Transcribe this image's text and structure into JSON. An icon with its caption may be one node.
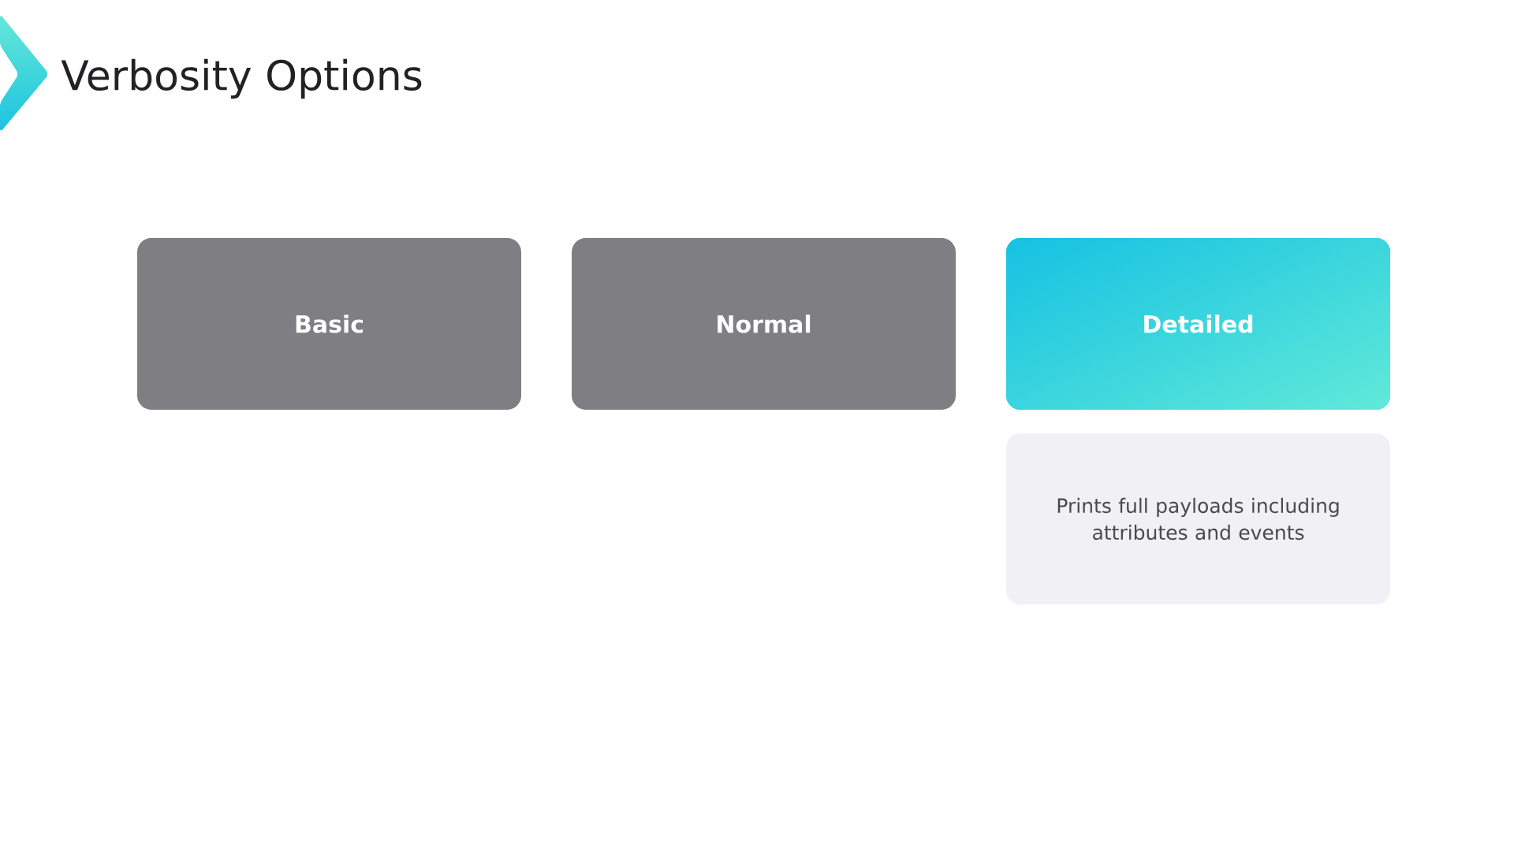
{
  "diagram": {
    "title": "Verbosity Options",
    "nodes": [
      {
        "text": [
          "Basic"
        ]
      },
      {
        "text": [
          "Normal"
        ]
      },
      {
        "text": [
          "Detailed"
        ]
      },
      {
        "text": [
          "Prints full payloads including attributes and events"
        ]
      }
    ]
  }
}
